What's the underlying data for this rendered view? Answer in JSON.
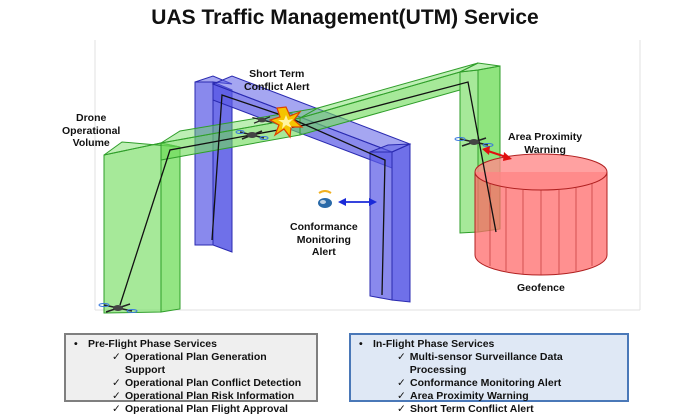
{
  "title": "UAS Traffic Management(UTM) Service",
  "labels": {
    "drone_volume": [
      "Drone",
      "Operational",
      "Volume"
    ],
    "short_term": [
      "Short Term",
      "Conflict Alert"
    ],
    "area_proximity": [
      "Area Proximity",
      "Warning"
    ],
    "conformance": [
      "Conformance",
      "Monitoring",
      "Alert"
    ],
    "geofence": "Geofence"
  },
  "pre_flight": {
    "heading": "Pre-Flight Phase Services",
    "items": [
      "Operational Plan Generation Support",
      "Operational Plan Conflict Detection",
      "Operational Plan Risk Information",
      "Operational Plan Flight Approval"
    ]
  },
  "in_flight": {
    "heading": "In-Flight Phase Services",
    "items": [
      "Multi-sensor Surveillance Data Processing",
      "Conformance Monitoring Alert",
      "Area Proximity Warning",
      "Short Term Conflict Alert"
    ]
  },
  "colors": {
    "green_fill": "#6fdc5a",
    "green_stroke": "#2f9e2a",
    "blue_fill": "#5b5ce6",
    "blue_stroke": "#2a2ab0",
    "geofence_fill": "#ff6b6b",
    "geofence_stroke": "#b02020",
    "arrow_red": "#e01010",
    "arrow_blue": "#1a2ad8"
  },
  "icons": {
    "bullet": "•",
    "check": "✓"
  }
}
